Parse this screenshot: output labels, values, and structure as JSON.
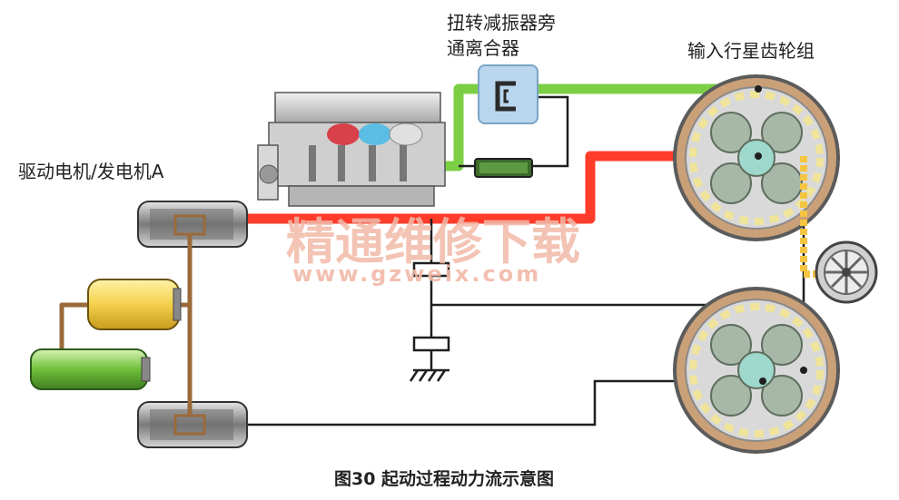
{
  "labels": {
    "damper_clutch_line1": "扭转减振器旁",
    "damper_clutch_line2": "通离合器",
    "input_planetary": "输入行星齿轮组",
    "motor_a": "驱动电机/发电机A"
  },
  "watermark": {
    "cn": "精通维修下载",
    "url": "www.gzweix.com"
  },
  "caption": "图30 起动过程动力流示意图",
  "colors": {
    "green_flow": "#7ccf45",
    "red_flow": "#ff3b2a",
    "yellow_link": "#f5c542",
    "brown_link": "#9a6a3a",
    "dark_line": "#1f1f1f",
    "clutch_box": "#b9d6ee"
  }
}
